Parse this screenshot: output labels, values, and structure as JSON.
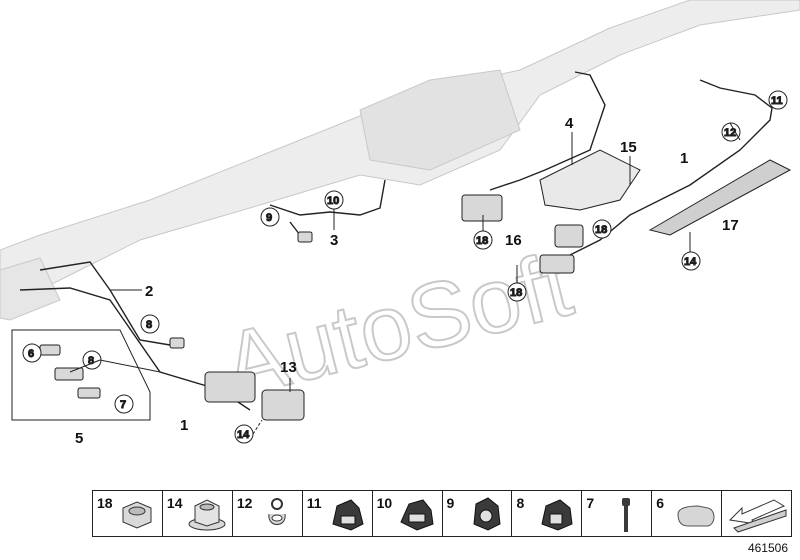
{
  "diagram": {
    "callouts": [
      {
        "id": "1"
      },
      {
        "id": "2"
      },
      {
        "id": "3"
      },
      {
        "id": "4"
      },
      {
        "id": "5"
      },
      {
        "id": "13"
      },
      {
        "id": "15"
      },
      {
        "id": "16"
      },
      {
        "id": "17"
      }
    ],
    "circled_callouts": [
      "6",
      "7",
      "8",
      "9",
      "10",
      "11",
      "12",
      "14",
      "18"
    ],
    "watermark": "AutoSoft"
  },
  "parts_strip": {
    "items": [
      {
        "number": "18",
        "icon": "hex-nut-icon"
      },
      {
        "number": "14",
        "icon": "flange-nut-icon"
      },
      {
        "number": "12",
        "icon": "cable-clip-icon"
      },
      {
        "number": "11",
        "icon": "cable-holder-icon"
      },
      {
        "number": "10",
        "icon": "cable-holder-icon"
      },
      {
        "number": "9",
        "icon": "cable-holder-icon"
      },
      {
        "number": "8",
        "icon": "cable-holder-icon"
      },
      {
        "number": "7",
        "icon": "cable-tie-icon"
      },
      {
        "number": "6",
        "icon": "protective-sleeve-icon"
      },
      {
        "number": "",
        "icon": "arrow-plate-icon"
      }
    ]
  },
  "diagram_number": "461506"
}
